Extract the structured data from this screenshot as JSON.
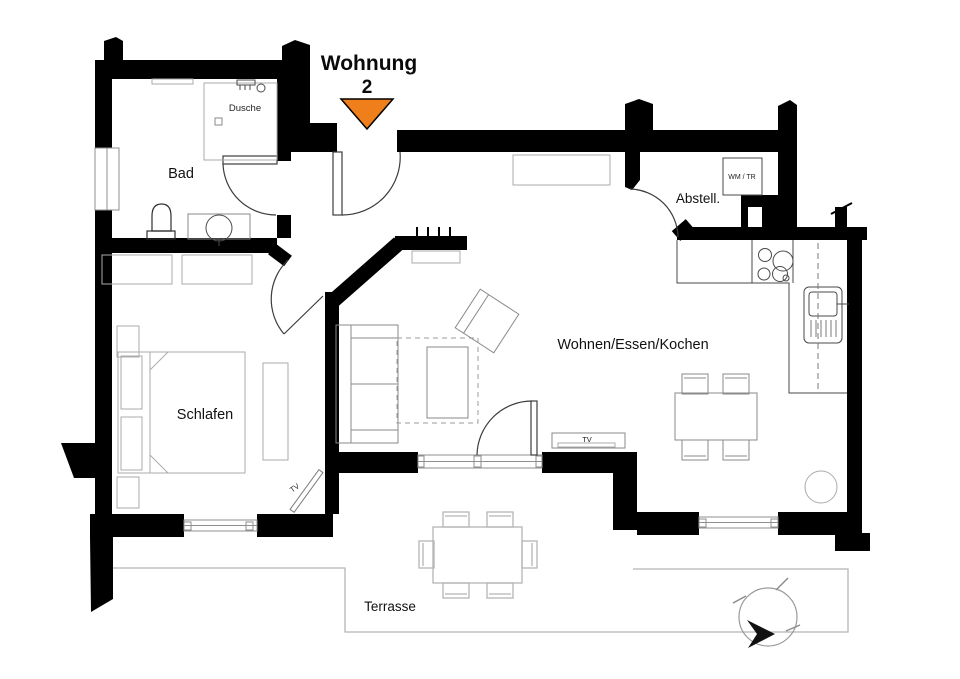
{
  "title": {
    "name": "Wohnung",
    "number": "2"
  },
  "rooms": {
    "bad": "Bad",
    "dusche": "Dusche",
    "schlafen": "Schlafen",
    "wohnen_essen_kochen": "Wohnen/Essen/Kochen",
    "abstell": "Abstell.",
    "terrasse": "Terrasse"
  },
  "labels": {
    "wm_tr": "WM / TR",
    "tv_bedroom": "TV",
    "tv_living": "TV"
  },
  "colors": {
    "wall": "#000000",
    "entrance_marker": "#ee7f1b",
    "furniture_light": "#ababab",
    "furniture_mid": "#8a8a8a",
    "terrace_outline": "#b5b5b5",
    "background": "#ffffff"
  }
}
